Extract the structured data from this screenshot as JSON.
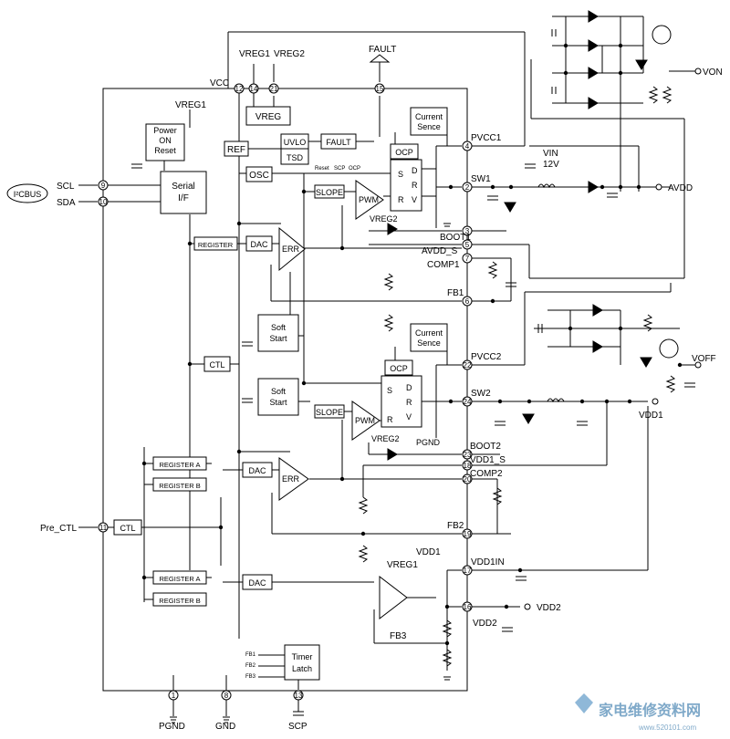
{
  "pins": [
    {
      "num": "12",
      "label": "VCC"
    },
    {
      "num": "14",
      "label": "VREG1"
    },
    {
      "num": "21",
      "label": "VREG2"
    },
    {
      "num": "15",
      "label": "FAULT"
    },
    {
      "num": "9",
      "label": "SCL"
    },
    {
      "num": "10",
      "label": "SDA"
    },
    {
      "num": "4",
      "label": "PVCC1"
    },
    {
      "num": "2",
      "label": "SW1"
    },
    {
      "num": "3",
      "label": "BOOT1"
    },
    {
      "num": "5",
      "label": "AVDD_S"
    },
    {
      "num": "7",
      "label": "COMP1"
    },
    {
      "num": "6",
      "label": "FB1"
    },
    {
      "num": "22",
      "label": "PVCC2"
    },
    {
      "num": "24",
      "label": "SW2"
    },
    {
      "num": "23",
      "label": "BOOT2"
    },
    {
      "num": "18",
      "label": "VDD1_S"
    },
    {
      "num": "20",
      "label": "COMP2"
    },
    {
      "num": "19",
      "label": "FB2"
    },
    {
      "num": "11",
      "label": "Pre_CTL"
    },
    {
      "num": "17",
      "label": "VDD1IN"
    },
    {
      "num": "16",
      "label": "VDD2"
    },
    {
      "num": "1",
      "label": "PGND"
    },
    {
      "num": "8",
      "label": "GND"
    },
    {
      "num": "13",
      "label": "SCP"
    }
  ],
  "blocks": {
    "power_on_reset": [
      "Power",
      "ON",
      "Reset"
    ],
    "serial_if": [
      "Serial",
      "I/F"
    ],
    "vreg": "VREG",
    "ref": "REF",
    "osc": "OSC",
    "uvlo": "UVLO",
    "tsd": "TSD",
    "fault": "FAULT",
    "fault_sub": [
      "Reset",
      "SCP",
      "OCP"
    ],
    "current_sence": [
      "Current",
      "Sence"
    ],
    "ocp": "OCP",
    "slope": "SLOPE",
    "pwm": "PWM",
    "logic_letters": [
      "S",
      "R",
      "D",
      "R",
      "V"
    ],
    "register": "REGISTER",
    "dac": "DAC",
    "err": "ERR",
    "soft_start": [
      "Soft",
      "Start"
    ],
    "ctl": "CTL",
    "register_a": "REGISTER A",
    "register_b": "REGISTER B",
    "timer_latch": [
      "Timer",
      "Latch"
    ],
    "timer_inputs": [
      "FB1",
      "FB2",
      "FB3"
    ],
    "fb3": "FB3",
    "vreg1_label": "VREG1",
    "vreg2_label": "VREG2",
    "vdd1_label": "VDD1",
    "pgnd_label": "PGND"
  },
  "external": {
    "i2cbus": "I²CBUS",
    "von": "VON",
    "voff": "VOFF",
    "vin": "VIN",
    "vin_value": "12V",
    "avdd": "AVDD",
    "vdd1": "VDD1",
    "vdd2": "VDD2"
  },
  "watermark": "家电维修资料网",
  "watermark_url": "www.520101.com"
}
